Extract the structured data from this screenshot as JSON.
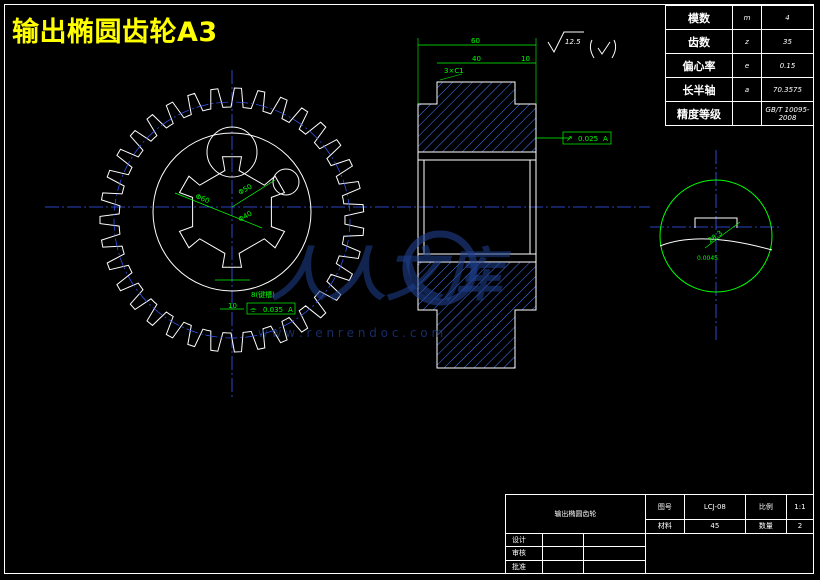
{
  "title": "输出椭圆齿轮A3",
  "params": [
    {
      "label": "模数",
      "sym": "m",
      "value": "4"
    },
    {
      "label": "齿数",
      "sym": "z",
      "value": "35"
    },
    {
      "label": "偏心率",
      "sym": "e",
      "value": "0.15"
    },
    {
      "label": "长半轴",
      "sym": "a",
      "value": "70.3575"
    },
    {
      "label": "精度等级",
      "sym": "",
      "value": "GB/T 10095-2008"
    }
  ],
  "titleblock": {
    "part_name": "输出椭圆齿轮",
    "fig_no_label": "图号",
    "fig_no": "LCJ-08",
    "scale_label": "比例",
    "scale": "1:1",
    "material_label": "材料",
    "material": "45",
    "qty_label": "数量",
    "qty": "2",
    "design": "设计",
    "review": "审核",
    "approve": "批准"
  },
  "dims": {
    "width_total": "60",
    "width_hub": "40",
    "width_step": "10",
    "chamfer": "3×C1",
    "roughness": "12.5",
    "flatness_label": "0.025",
    "datum_a": "A",
    "spline_outer": "Φ60",
    "spline_mid": "Φ50",
    "spline_inner": "Φ40",
    "width_10": "10",
    "sym_tol": "0.035",
    "key_label": "8(键槽)",
    "bore_dim": "28.3",
    "section_tol": "0.0045"
  },
  "watermark": {
    "text": "人人文库",
    "url": "w w w . r e n r e n d o c . c o m"
  }
}
